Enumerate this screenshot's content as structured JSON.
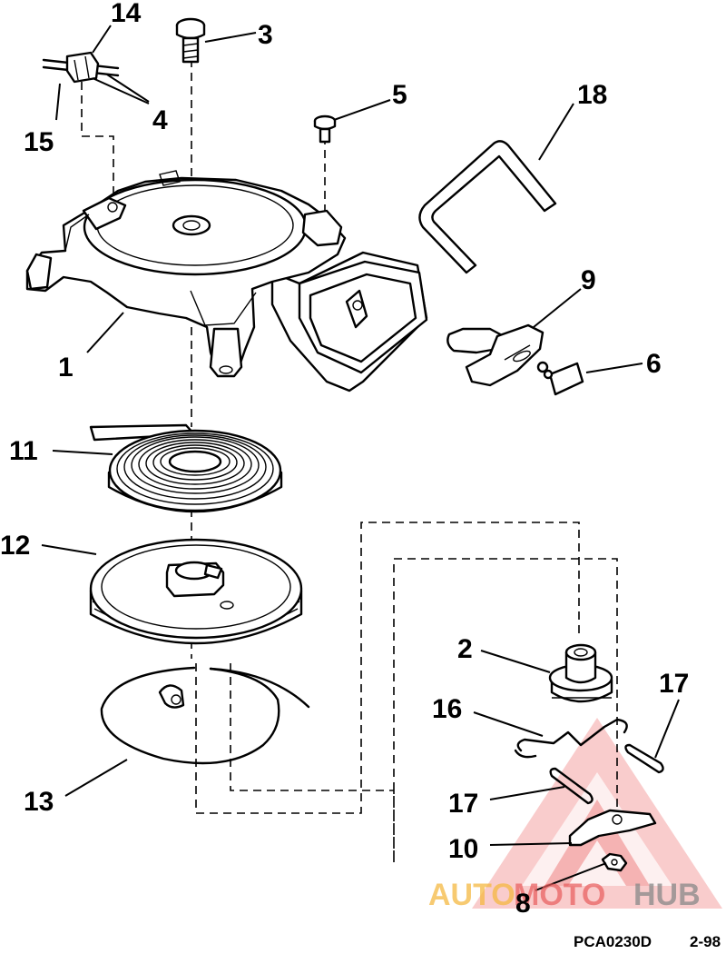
{
  "labels": {
    "l1": "1",
    "l2": "2",
    "l3": "3",
    "l4": "4",
    "l5": "5",
    "l6": "6",
    "l8": "8",
    "l9": "9",
    "l10": "10",
    "l11": "11",
    "l12": "12",
    "l13": "13",
    "l14": "14",
    "l15": "15",
    "l16": "16",
    "l17a": "17",
    "l17b": "17",
    "l18": "18"
  },
  "footer": {
    "code": "PCA0230D",
    "page": "2-98"
  },
  "watermark": {
    "a": "AUTO",
    "b": "MOTO",
    "c": "HUB"
  },
  "colors": {
    "line": "#000000",
    "wm_red": "#e85c5c",
    "wm_orange": "#f5b942",
    "wm_gray": "#888888"
  }
}
